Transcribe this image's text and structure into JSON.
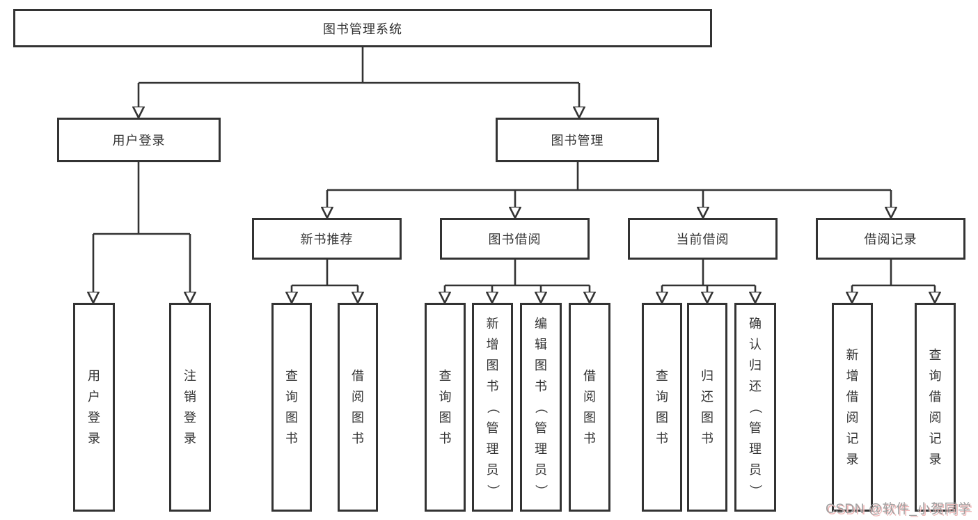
{
  "nodes": {
    "root": "图书管理系统",
    "user_login": "用户登录",
    "book_mgmt": "图书管理",
    "new_book_rec": "新书推荐",
    "book_borrow": "图书借阅",
    "current_borrow": "当前借阅",
    "borrow_records": "借阅记录",
    "ul_login": "用户登录",
    "ul_logout": "注销登录",
    "nbr_query": "查询图书",
    "nbr_borrow": "借阅图书",
    "bb_query": "查询图书",
    "bb_add": "新增图书（管理员）",
    "bb_edit": "编辑图书（管理员）",
    "bb_borrow": "借阅图书",
    "cb_query": "查询图书",
    "cb_return": "归还图书",
    "cb_confirm": "确认归还（管理员）",
    "br_add": "新增借阅记录",
    "br_query": "查询借阅记录"
  },
  "watermark": "CSDN @软件_小贺同学",
  "colors": {
    "line": "#333333",
    "text": "#333333",
    "watermark_text": "#9e9e9e",
    "watermark_shadow": "#efb9b9"
  }
}
